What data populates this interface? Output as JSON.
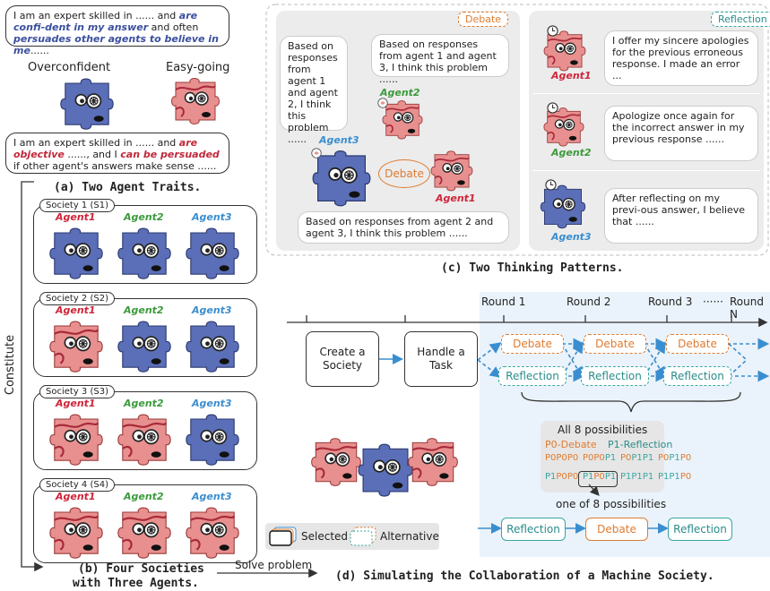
{
  "traits": {
    "top_bubble": {
      "pre": "I am an expert skilled in ...... and ",
      "em1": "are confi-dent in my answer",
      "mid": " and often ",
      "em2": "persuades other agents to believe in me",
      "post": "......"
    },
    "overconfident_label": "Overconfident",
    "easygoing_label": "Easy-going",
    "bottom_bubble": {
      "pre": "I am an expert skilled in ...... and ",
      "em1": "are objective",
      "mid": " ......, and I ",
      "em2": "can be persuaded",
      "post": " if other agent's answers make sense ......"
    }
  },
  "captions": {
    "a": "(a) Two Agent Traits.",
    "b_line1": "(b) Four Societies",
    "b_line2": "with Three Agents.",
    "c": "(c) Two Thinking Patterns.",
    "d": "(d) Simulating the Collaboration of a Machine Society."
  },
  "constitute_label": "Constitute",
  "solve_label": "Solve problem",
  "agent_names": {
    "a1": "Agent1",
    "a2": "Agent2",
    "a3": "Agent3"
  },
  "societies": [
    {
      "title": "Society 1 (S1)",
      "pieces": [
        "blue",
        "blue",
        "blue"
      ]
    },
    {
      "title": "Society 2 (S2)",
      "pieces": [
        "red",
        "blue",
        "blue"
      ]
    },
    {
      "title": "Society 3 (S3)",
      "pieces": [
        "red",
        "red",
        "blue"
      ]
    },
    {
      "title": "Society 4 (S4)",
      "pieces": [
        "red",
        "red",
        "red"
      ]
    }
  ],
  "debate_panel": {
    "tag": "Debate",
    "bubble_agent3": "Based on responses from agent 1 and agent 2, I think this problem ......",
    "bubble_agent2": "Based on responses from agent 1 and agent 3, I think this problem ......",
    "bubble_agent1": "Based on responses from agent 2 and agent 3, I think this problem ......",
    "center": "Debate"
  },
  "reflection_panel": {
    "tag": "Reflection",
    "r1": "I offer my sincere apologies for the previous erroneous response. I made an error ...",
    "r2": "Apologize once again for the incorrect answer in my previous response ......",
    "r3": "After reflecting on my previ-ous answer, I believe that ......"
  },
  "simulation": {
    "rounds": [
      "Round 1",
      "Round 2",
      "Round 3",
      "······",
      "Round N"
    ],
    "create_box": "Create a Society",
    "handle_box": "Handle a Task",
    "debate_label": "Debate",
    "reflection_label": "Reflection",
    "possibilities_title": "All 8 possibilities",
    "legend_p0": "P0-Debate",
    "legend_p1": "P1-Reflection",
    "combos": [
      "P0P0P0",
      "P0P0P1",
      "P0P1P0",
      "P0P1P1",
      "P1P0P0",
      "P1P0P1",
      "P1P1P0",
      "P1P1P1"
    ],
    "one_of": "one of 8 possibilities",
    "selected_sequence": [
      "Reflection",
      "Debate",
      "Reflection"
    ],
    "legend_selected": "Selected",
    "legend_alternative": "Alternative"
  },
  "colors": {
    "blue_piece": "#5b6fb8",
    "red_piece": "#e8908f",
    "debate": "#e07b2f",
    "reflection": "#3aa6a0",
    "arrow": "#3a8ed0"
  }
}
